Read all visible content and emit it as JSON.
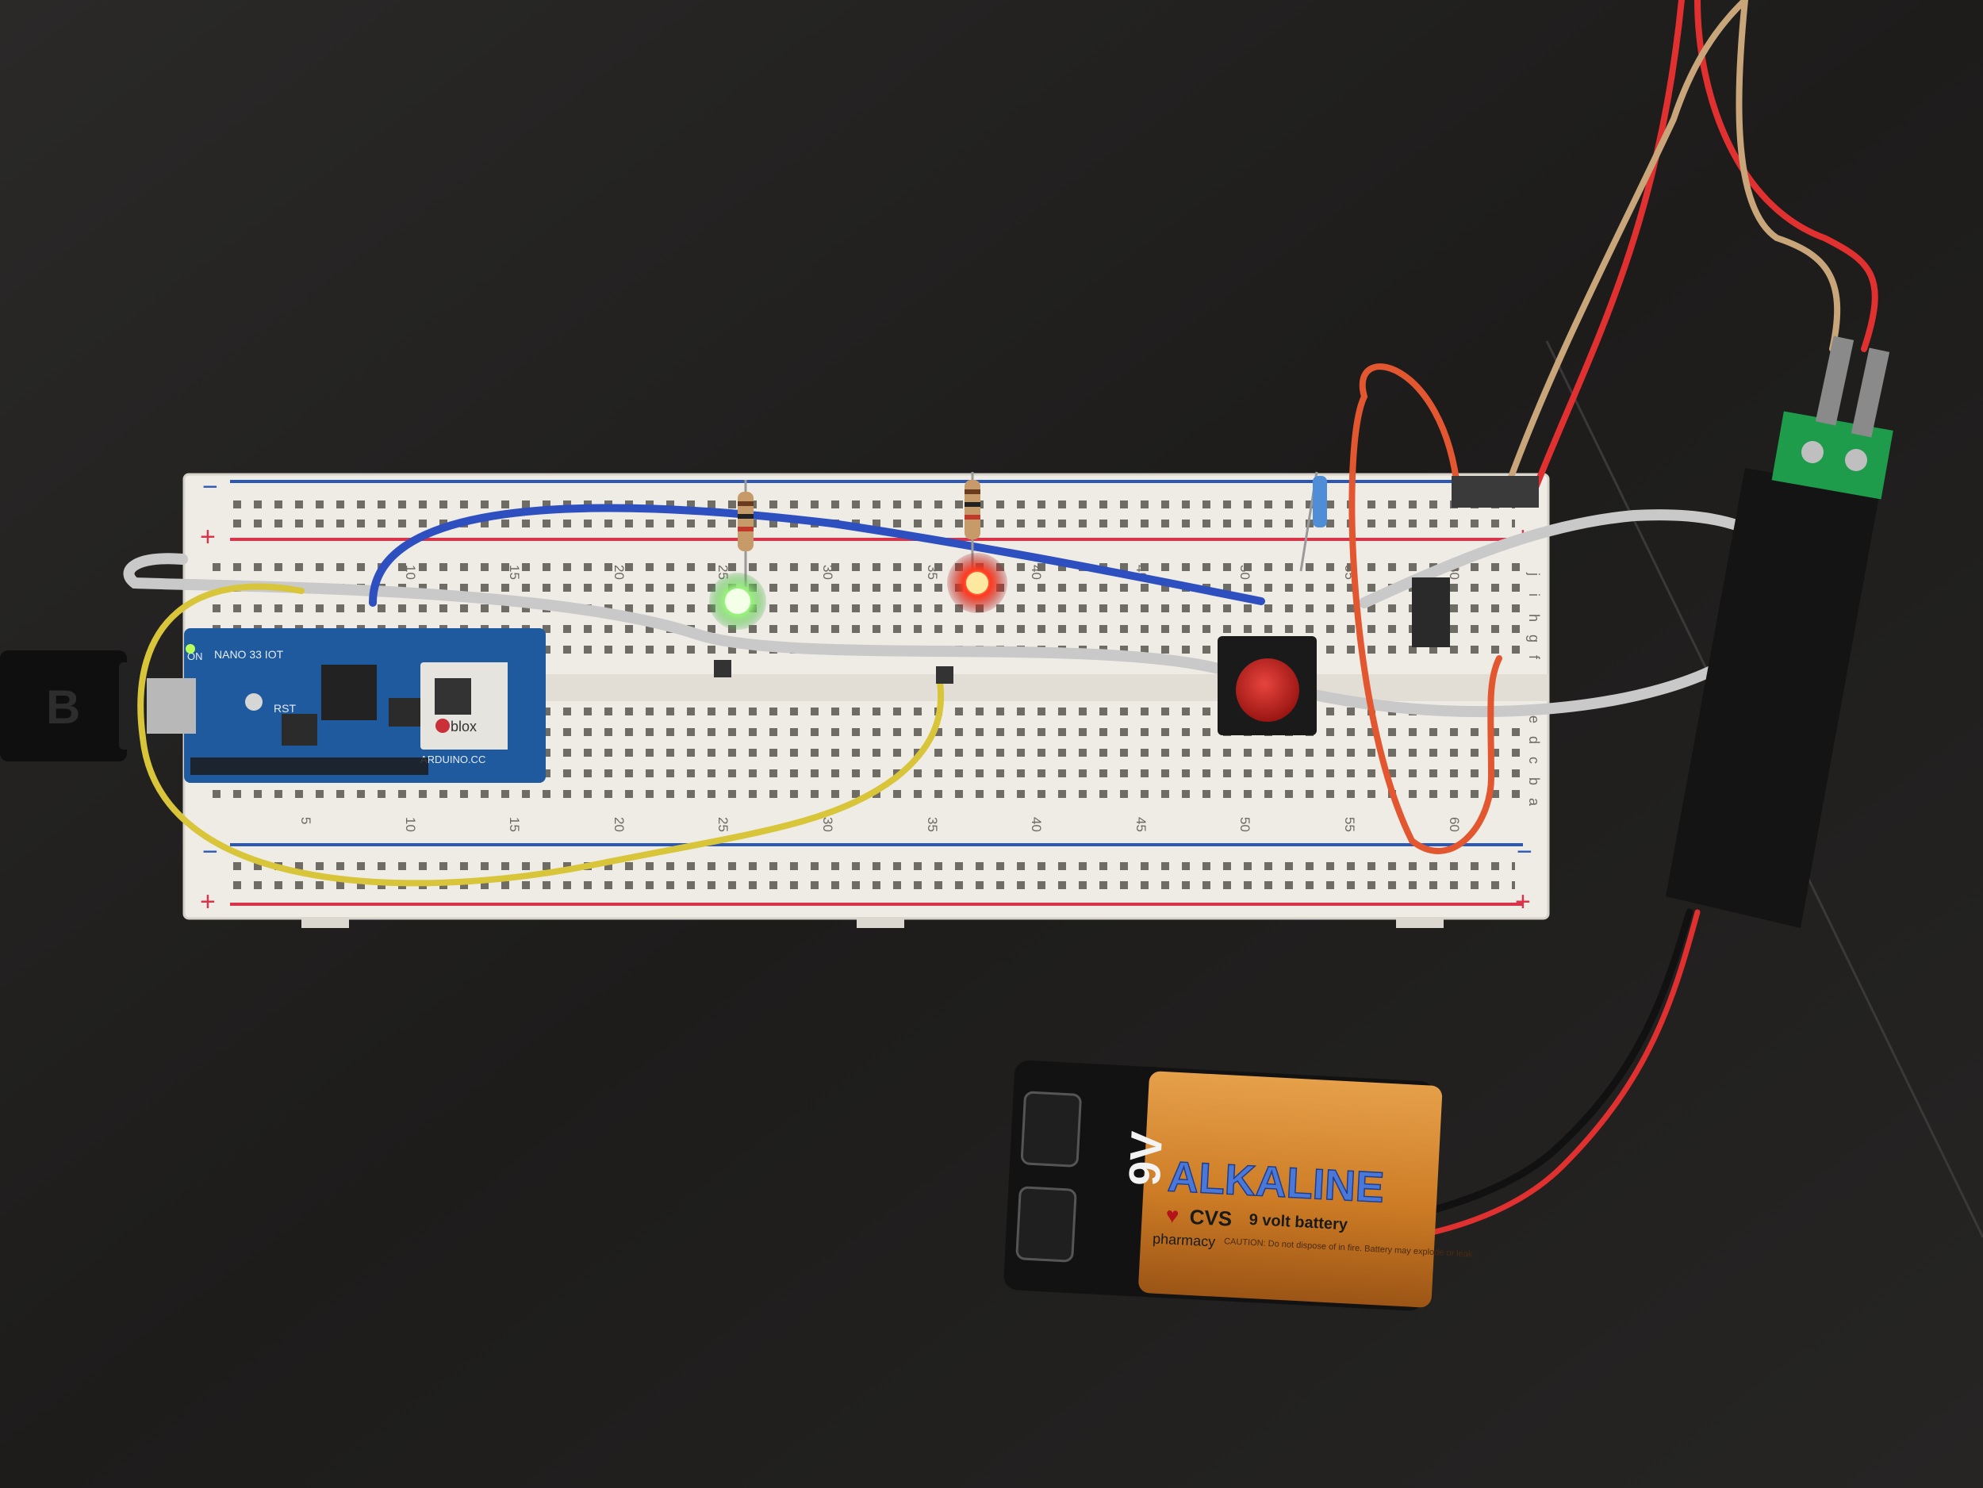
{
  "breadboard": {
    "column_numbers_top": [
      "10",
      "15",
      "20",
      "25",
      "30",
      "35",
      "40",
      "45",
      "50",
      "55",
      "60"
    ],
    "column_numbers_bottom": [
      "5",
      "10",
      "15",
      "20",
      "25",
      "30",
      "35",
      "40",
      "45",
      "50",
      "55",
      "60"
    ],
    "row_letters_top": [
      "j",
      "i",
      "h",
      "g",
      "f"
    ],
    "row_letters_bottom": [
      "e",
      "d",
      "c",
      "b",
      "a"
    ],
    "rail_minus": "−",
    "rail_plus": "+"
  },
  "arduino": {
    "silkscreen_model": "NANO 33 IOT",
    "silkscreen_rst": "RST",
    "silkscreen_on": "ON",
    "silkscreen_site": "ARDUINO.CC",
    "module_brand": "blox"
  },
  "usb_cable": {
    "letter": "B"
  },
  "battery": {
    "voltage": "9V",
    "brand_text": "ALKALINE",
    "store": "CVS",
    "sub": "9 volt battery",
    "fine_print": "CAUTION: Do not dispose of in fire. Battery may explode or leak.",
    "store_suffix": "pharmacy"
  },
  "colors": {
    "background": "#1b1a19",
    "breadboard": "#efece6",
    "rail_red": "#d8344a",
    "rail_blue": "#2b57b8",
    "arduino_board": "#1f5a9e",
    "led_green": "#7cf06a",
    "led_red": "#ff3a2a",
    "button_cap": "#c8201c",
    "battery_orange": "#d4862c",
    "battery_black": "#121212",
    "wire_blue": "#2d4fbf",
    "wire_yellow": "#d8c53a",
    "wire_gray": "#c9c9c9",
    "wire_orange": "#e2572f",
    "wire_red": "#e0302f",
    "wire_tan": "#c9a57a",
    "terminal_green": "#1e9c4c"
  }
}
